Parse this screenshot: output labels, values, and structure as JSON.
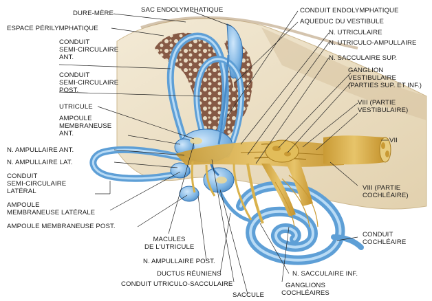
{
  "labels": {
    "dure_mere": "DURE-MÈRE",
    "sac_endolymphatique": "SAC ENDOLYMPHATIQUE",
    "conduit_endolymphatique": "CONDUIT ENDOLYMPHATIQUE",
    "aqueduc_vestibule": "AQUEDUC DU VESTIBULE",
    "espace_perilymphatique": "ESPACE PÉRILYMPHATIQUE",
    "n_utriculaire": "N. UTRICULAIRE",
    "n_utriculo_ampullaire": "N. UTRICULO-AMPULLAIRE",
    "n_sacculaire_sup": "N. SACCULAIRE SUP.",
    "conduit_sc_ant": [
      "CONDUIT",
      "SEMI-CIRCULAIRE",
      "ANT."
    ],
    "conduit_sc_post": [
      "CONDUIT",
      "SEMI-CIRCULAIRE",
      "POST."
    ],
    "ganglion_vestibulaire": [
      "GANGLION",
      "VESTIBULAIRE",
      "(PARTIES SUP. ET INF.)"
    ],
    "utricule": "UTRICULE",
    "ampoule_membraneuse_ant": [
      "AMPOULE",
      "MEMBRANEUSE",
      "ANT."
    ],
    "viii_vestibulaire": [
      "VIII (PARTIE",
      "VESTIBULAIRE)"
    ],
    "vii": "VII",
    "n_ampullaire_ant": "N. AMPULLAIRE ANT.",
    "n_ampullaire_lat": "N. AMPULLAIRE LAT.",
    "conduit_sc_lat": [
      "CONDUIT",
      "SEMI-CIRCULAIRE",
      "LATÉRAL"
    ],
    "viii_cochleaire": [
      "VIII (PARTIE",
      "COCHLÉAIRE)"
    ],
    "ampoule_lat": [
      "AMPOULE",
      "MEMBRANEUSE LATÉRALE"
    ],
    "ampoule_post": "AMPOULE MEMBRANEUSE POST.",
    "conduit_cochleaire": [
      "CONDUIT",
      "COCHLÉAIRE"
    ],
    "macules_utricule": [
      "MACULES",
      "DE L'UTRICULE"
    ],
    "n_ampullaire_post": "N. AMPULLAIRE POST.",
    "ductus_reuniens": "DUCTUS RÉUNIENS",
    "n_sacculaire_inf": "N. SACCULAIRE INF.",
    "conduit_utriculo_sacculaire": "CONDUIT UTRICULO-SACCULAIRE",
    "ganglions_cochleaires": [
      "GANGLIONS",
      "COCHLÉAIRES"
    ],
    "saccule": "SACCULE"
  },
  "colors": {
    "membrane_blue": "#5e9fd6",
    "membrane_light": "#a9d2f1",
    "membrane_dark": "#2f6fae",
    "bone": "#eadcc0",
    "bone_dark": "#8a5a43",
    "nerve": "#d9b24c",
    "nerve_dark": "#a87c1f",
    "leader": "#222222"
  }
}
